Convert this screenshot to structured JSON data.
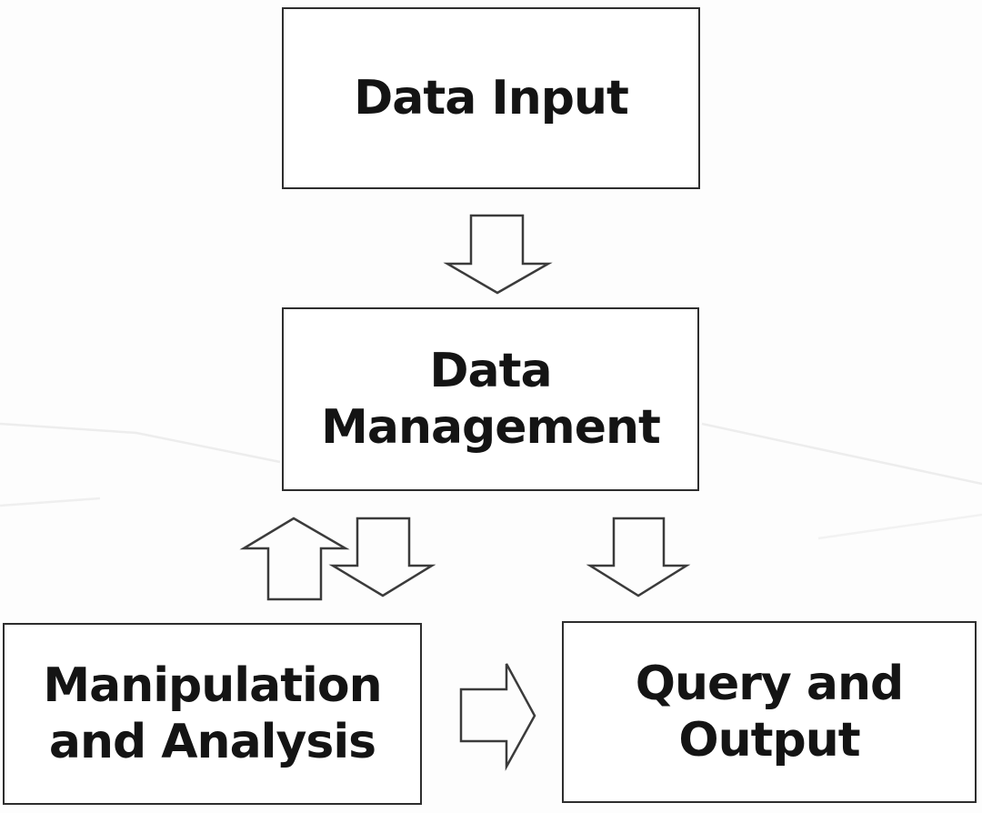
{
  "diagram": {
    "nodes": {
      "data_input": {
        "label": "Data Input"
      },
      "data_management": {
        "label": "Data Management"
      },
      "manipulation_analysis": {
        "label": "Manipulation and Analysis"
      },
      "query_output": {
        "label": "Query and Output"
      }
    },
    "connections": [
      {
        "from": "Data Input",
        "to": "Data Management",
        "direction": "down",
        "style": "outline-block-arrow"
      },
      {
        "from": "Manipulation and Analysis",
        "to": "Data Management",
        "direction": "up",
        "style": "outline-block-arrow"
      },
      {
        "from": "Data Management",
        "to": "Manipulation and Analysis",
        "direction": "down",
        "style": "outline-block-arrow"
      },
      {
        "from": "Data Management",
        "to": "Query and Output",
        "direction": "down",
        "style": "outline-block-arrow"
      },
      {
        "from": "Manipulation and Analysis",
        "to": "Query and Output",
        "direction": "right",
        "style": "outline-block-arrow"
      }
    ],
    "colors": {
      "background": "#fdfdfd",
      "box_fill": "#ffffff",
      "box_border": "#2e2e2e",
      "text": "#141414",
      "arrow_outline": "#3b3b3b",
      "arrow_fill": "#fdfdfd"
    }
  }
}
